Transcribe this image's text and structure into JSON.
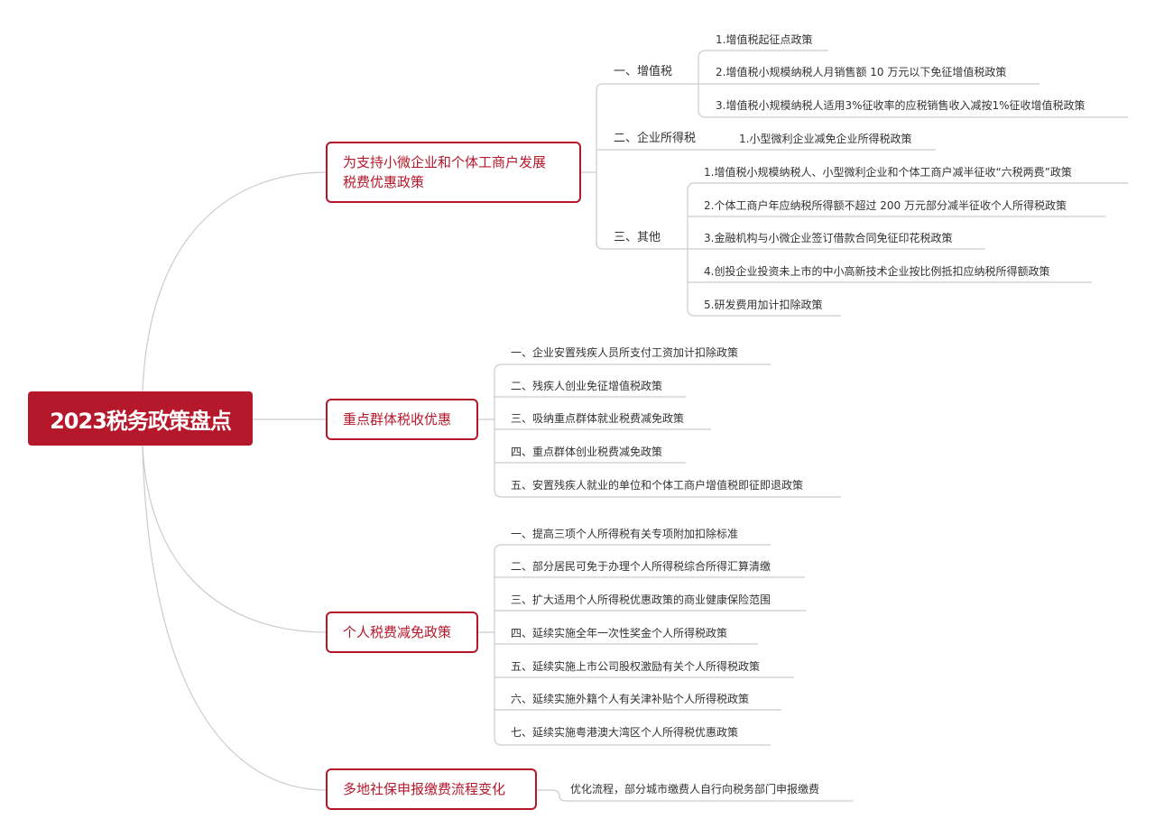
{
  "root": {
    "title": "2023税务政策盘点"
  },
  "branches": [
    {
      "label_line1": "为支持小微企业和个体工商户发展",
      "label_line2": "税费优惠政策",
      "groups": [
        {
          "label": "一、增值税",
          "items": [
            "1.增值税起征点政策",
            "2.增值税小规模纳税人月销售额 10 万元以下免征增值税政策",
            "3.增值税小规模纳税人适用3%征收率的应税销售收入减按1%征收增值税政策"
          ]
        },
        {
          "label": "二、企业所得税",
          "items": [
            "1.小型微利企业减免企业所得税政策"
          ]
        },
        {
          "label": "三、其他",
          "items": [
            "1.增值税小规模纳税人、小型微利企业和个体工商户减半征收“六税两费”政策",
            "2.个体工商户年应纳税所得额不超过 200 万元部分减半征收个人所得税政策",
            "3.金融机构与小微企业签订借款合同免征印花税政策",
            "4.创投企业投资未上市的中小高新技术企业按比例抵扣应纳税所得额政策",
            "5.研发费用加计扣除政策"
          ]
        }
      ]
    },
    {
      "label": "重点群体税收优惠",
      "items": [
        "一、企业安置残疾人员所支付工资加计扣除政策",
        "二、残疾人创业免征增值税政策",
        "三、吸纳重点群体就业税费减免政策",
        "四、重点群体创业税费减免政策",
        "五、安置残疾人就业的单位和个体工商户增值税即征即退政策"
      ]
    },
    {
      "label": "个人税费减免政策",
      "items": [
        "一、提高三项个人所得税有关专项附加扣除标准",
        "二、部分居民可免于办理个人所得税综合所得汇算清缴",
        "三、扩大适用个人所得税优惠政策的商业健康保险范围",
        "四、延续实施全年一次性奖金个人所得税政策",
        "五、延续实施上市公司股权激励有关个人所得税政策",
        "六、延续实施外籍个人有关津补贴个人所得税政策",
        "七、延续实施粤港澳大湾区个人所得税优惠政策"
      ]
    },
    {
      "label": "多地社保申报缴费流程变化",
      "items": [
        "优化流程，部分城市缴费人自行向税务部门申报缴费"
      ]
    }
  ],
  "colors": {
    "accent": "#b5182b",
    "line": "#cccccc",
    "text": "#333333"
  }
}
